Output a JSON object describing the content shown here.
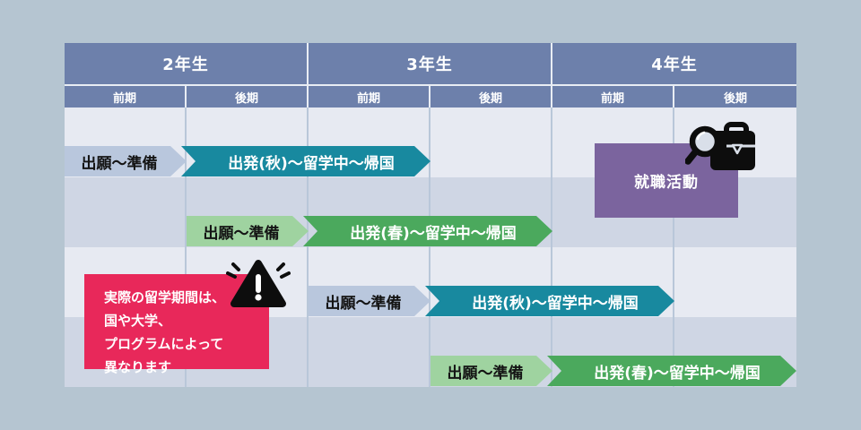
{
  "colors": {
    "background": "#b5c5d1",
    "header": "#6d80ab",
    "row_light": "#e7eaf2",
    "row_dark": "#cfd6e4",
    "grid_line": "#b9c7d9",
    "prep_blue": "#b9c7dd",
    "departure_teal": "#18899f",
    "prep_green": "#9fd3a0",
    "departure_green": "#4ba95d",
    "job_box_purple": "#7b649e",
    "note_box_red": "#e8285a"
  },
  "table": {
    "years": [
      {
        "label": "2年生",
        "semesters": [
          "前期",
          "後期"
        ]
      },
      {
        "label": "3年生",
        "semesters": [
          "前期",
          "後期"
        ]
      },
      {
        "label": "4年生",
        "semesters": [
          "前期",
          "後期"
        ]
      }
    ]
  },
  "timelines": [
    {
      "prep": {
        "label": "出願〜準備",
        "span": "2年生前期"
      },
      "departure": {
        "label": "出発(秋)〜留学中〜帰国",
        "span": "2年生後期〜3年生前期"
      }
    },
    {
      "prep": {
        "label": "出願〜準備",
        "span": "2年生後期"
      },
      "departure": {
        "label": "出発(春)〜留学中〜帰国",
        "span": "3年生前期〜3年生後期"
      }
    },
    {
      "prep": {
        "label": "出願〜準備",
        "span": "3年生前期"
      },
      "departure": {
        "label": "出発(秋)〜留学中〜帰国",
        "span": "3年生後期〜4年生前期"
      }
    },
    {
      "prep": {
        "label": "出願〜準備",
        "span": "3年生後期"
      },
      "departure": {
        "label": "出発(春)〜留学中〜帰国",
        "span": "4年生前期〜4年生後期"
      }
    }
  ],
  "job_hunting": {
    "label": "就職活動",
    "icon": "briefcase-search-icon"
  },
  "note": {
    "icon": "warning-icon",
    "lines": [
      "実際の留学期間は、",
      "国や大学、",
      "プログラムによって",
      "異なります"
    ]
  }
}
